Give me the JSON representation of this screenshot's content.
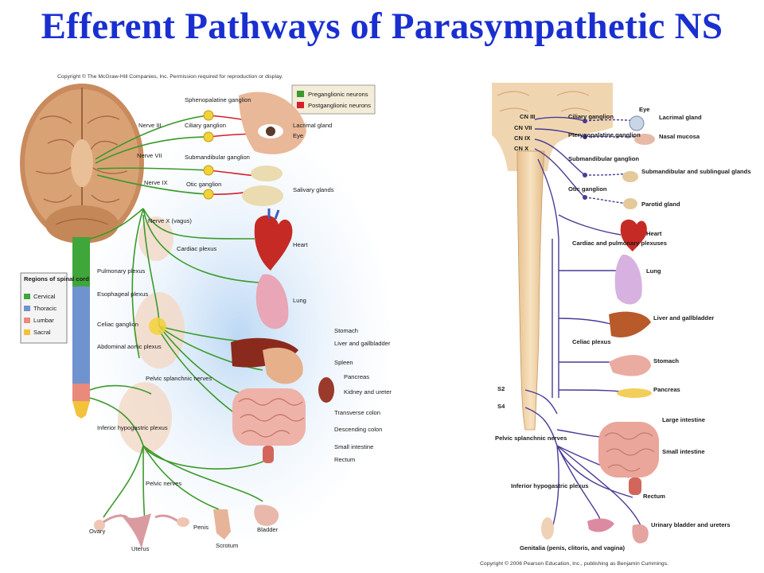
{
  "title": "Efferent Pathways of Parasympathetic NS",
  "left_figure": {
    "copyright": "Copyright © The McGraw-Hill Companies, Inc. Permission required for reproduction or display.",
    "legend": {
      "preganglionic": "Preganglionic neurons",
      "postganglionic": "Postganglionic neurons"
    },
    "region_legend": {
      "title": "Regions of spinal cord",
      "items": [
        {
          "label": "Cervical",
          "color": "#3fa63a"
        },
        {
          "label": "Thoracic",
          "color": "#6f93cf"
        },
        {
          "label": "Lumbar",
          "color": "#e98a7a"
        },
        {
          "label": "Sacral",
          "color": "#f2c23a"
        }
      ]
    },
    "labels": {
      "sphenopalatine": "Sphenopalatine ganglion",
      "ciliary": "Ciliary ganglion",
      "submandibular": "Submandibular ganglion",
      "otic": "Otic ganglion",
      "nerve3": "Nerve III",
      "nerve7": "Nerve VII",
      "nerve9": "Nerve IX",
      "nerve10": "Nerve X (vagus)",
      "cardiac_plexus": "Cardiac plexus",
      "pulmonary_plexus": "Pulmonary plexus",
      "esophageal_plexus": "Esophageal plexus",
      "celiac_ganglion": "Celiac ganglion",
      "abdominal_aortic": "Abdominal aortic plexus",
      "pelvic_splanchnic": "Pelvic splanchnic nerves",
      "inferior_hypogastric": "Inferior hypogastric plexus",
      "pelvic_nerves": "Pelvic nerves",
      "lacrimal": "Lacrimal gland",
      "eye": "Eye",
      "salivary": "Salivary glands",
      "heart": "Heart",
      "lung": "Lung",
      "stomach": "Stomach",
      "liver": "Liver and gallbladder",
      "spleen": "Spleen",
      "pancreas": "Pancreas",
      "kidney": "Kidney and ureter",
      "transverse_colon": "Transverse colon",
      "descending_colon": "Descending colon",
      "small_intestine": "Small intestine",
      "rectum": "Rectum",
      "ovary": "Ovary",
      "uterus": "Uterus",
      "penis": "Penis",
      "scrotum": "Scrotum",
      "bladder": "Bladder"
    }
  },
  "right_figure": {
    "copyright": "Copyright © 2006 Pearson Education, Inc., publishing as Benjamin Cummings.",
    "labels": {
      "cn3": "CN III",
      "cn7": "CN VII",
      "cn9": "CN IX",
      "cn10": "CN X",
      "ciliary": "Ciliary ganglion",
      "pterygopalatine": "Pterygopalatine ganglion",
      "submandibular_ganglion": "Submandibular ganglion",
      "otic": "Otic ganglion",
      "eye": "Eye",
      "lacrimal": "Lacrimal gland",
      "nasal": "Nasal mucosa",
      "submandibular_glands": "Submandibular and sublingual glands",
      "parotid": "Parotid gland",
      "heart": "Heart",
      "cardiac_pulmonary": "Cardiac and pulmonary plexuses",
      "lung": "Lung",
      "liver": "Liver and gallbladder",
      "celiac": "Celiac plexus",
      "stomach": "Stomach",
      "pancreas": "Pancreas",
      "large_intestine": "Large intestine",
      "small_intestine": "Small intestine",
      "rectum": "Rectum",
      "s2": "S2",
      "s4": "S4",
      "pelvic_splanchnic": "Pelvic splanchnic nerves",
      "inferior_hypogastric": "Inferior hypogastric plexus",
      "urinary": "Urinary bladder and ureters",
      "genitalia": "Genitalia (penis, clitoris, and vagina)"
    }
  },
  "colors": {
    "title": "#1a2fd0",
    "preganglionic_green": "#3a9a2a",
    "postganglionic_red": "#d3202a",
    "right_nerves": "#4c3a98"
  }
}
